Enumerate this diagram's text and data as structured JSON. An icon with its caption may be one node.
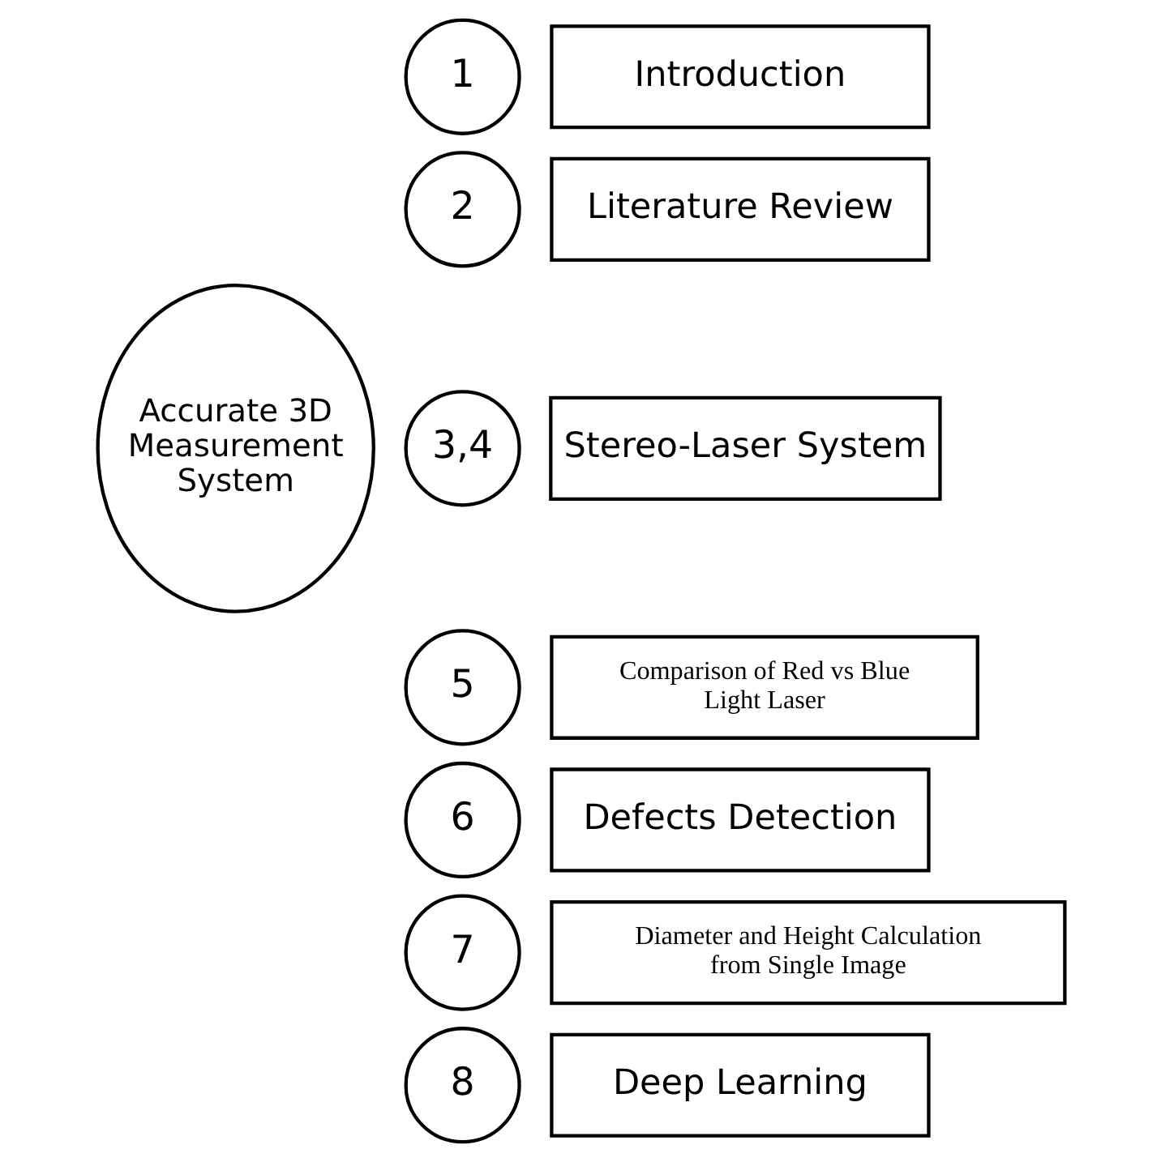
{
  "diagram": {
    "nodes": [
      {
        "text": [
          "Accurate 3D Measurement System"
        ]
      },
      {
        "text": [
          "1"
        ]
      },
      {
        "text": [
          "Introduction"
        ]
      },
      {
        "text": [
          "2"
        ]
      },
      {
        "text": [
          "Literature Review"
        ]
      },
      {
        "text": [
          "3,4"
        ]
      },
      {
        "text": [
          "Stereo-Laser System"
        ]
      },
      {
        "text": [
          "5"
        ]
      },
      {
        "text": [
          "Comparison of Red vs Blue Light Laser"
        ]
      },
      {
        "text": [
          "6"
        ]
      },
      {
        "text": [
          "Defects Detection"
        ]
      },
      {
        "text": [
          "7"
        ]
      },
      {
        "text": [
          "Diameter and Height Calculation from Single Image"
        ]
      },
      {
        "text": [
          "8"
        ]
      },
      {
        "text": [
          "Deep Learning"
        ]
      }
    ],
    "edges": []
  }
}
